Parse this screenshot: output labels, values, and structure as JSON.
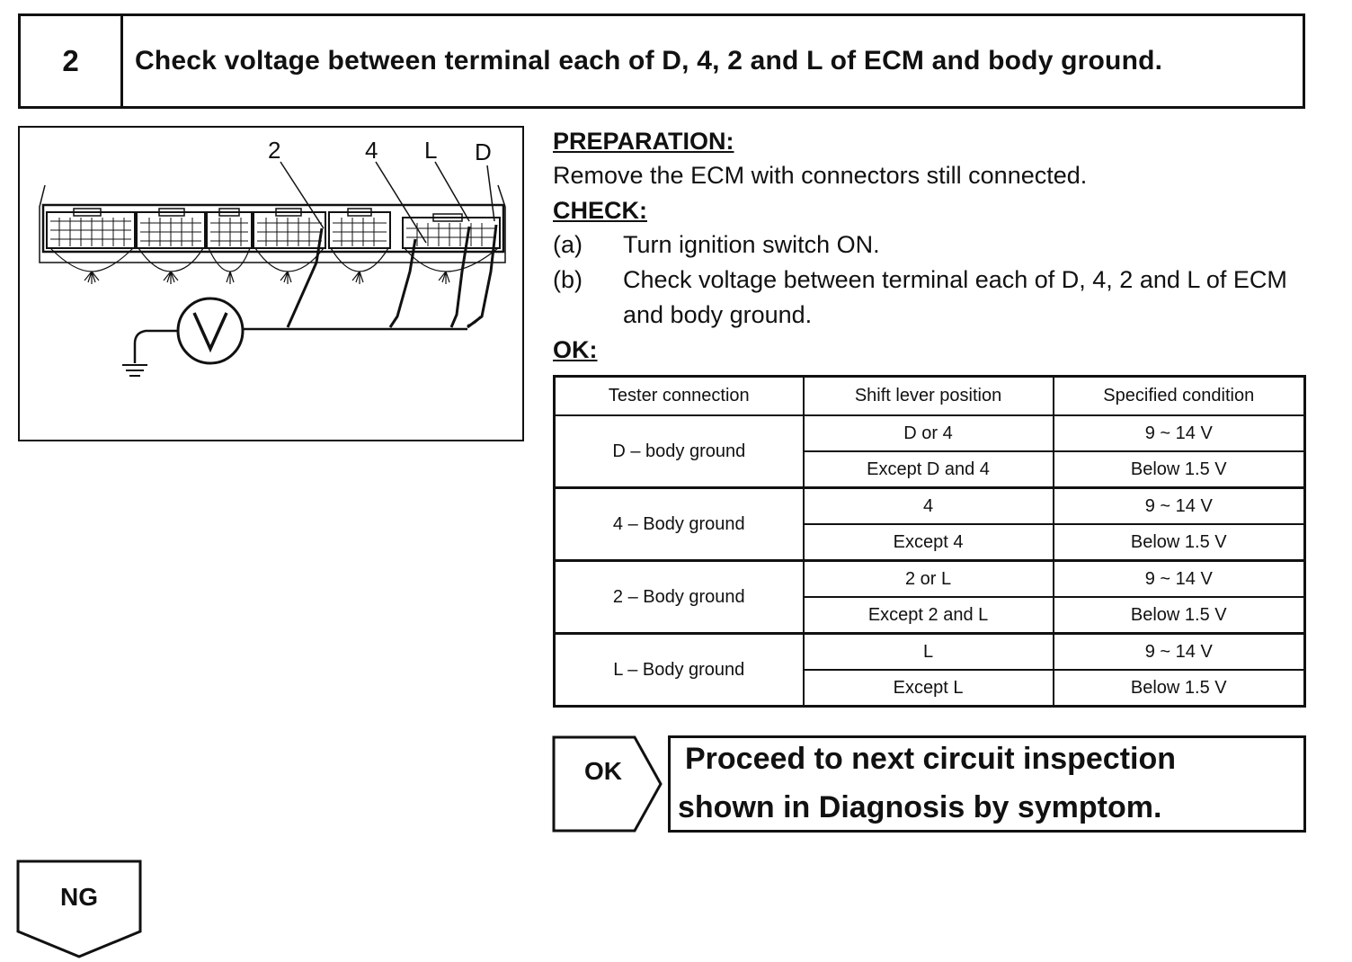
{
  "step": {
    "number": "2",
    "title": "Check voltage between terminal each of D, 4, 2 and L of ECM and body ground."
  },
  "figure": {
    "terminal_labels": [
      "2",
      "4",
      "L",
      "D"
    ],
    "meter_symbol": "V",
    "icons": [
      "voltmeter-icon",
      "ground-symbol-icon",
      "ecm-connector-icon"
    ]
  },
  "instructions": {
    "preparation_heading": "PREPARATION:",
    "preparation_text": "Remove the ECM with connectors still connected.",
    "check_heading": "CHECK:",
    "steps": [
      {
        "label": "(a)",
        "text": "Turn ignition switch ON."
      },
      {
        "label": "(b)",
        "text": "Check voltage between terminal each of D, 4, 2 and L of ECM and body ground."
      }
    ],
    "ok_heading": "OK:"
  },
  "table": {
    "headers": [
      "Tester connection",
      "Shift lever position",
      "Specified condition"
    ],
    "groups": [
      {
        "connection": "D – body ground",
        "rows": [
          {
            "position": "D or 4",
            "condition": "9 ~ 14 V"
          },
          {
            "position": "Except D and 4",
            "condition": "Below 1.5 V"
          }
        ]
      },
      {
        "connection": "4 – Body ground",
        "rows": [
          {
            "position": "4",
            "condition": "9 ~ 14 V"
          },
          {
            "position": "Except 4",
            "condition": "Below 1.5 V"
          }
        ]
      },
      {
        "connection": "2 – Body ground",
        "rows": [
          {
            "position": "2 or L",
            "condition": "9 ~ 14 V"
          },
          {
            "position": "Except 2 and L",
            "condition": "Below 1.5 V"
          }
        ]
      },
      {
        "connection": "L – Body ground",
        "rows": [
          {
            "position": "L",
            "condition": "9 ~ 14 V"
          },
          {
            "position": "Except L",
            "condition": "Below 1.5 V"
          }
        ]
      }
    ]
  },
  "ok_branch": {
    "label": "OK",
    "result_line1": "Proceed to next circuit inspection",
    "result_line2": "shown in Diagnosis by symptom."
  },
  "ng_branch": {
    "label": "NG"
  }
}
